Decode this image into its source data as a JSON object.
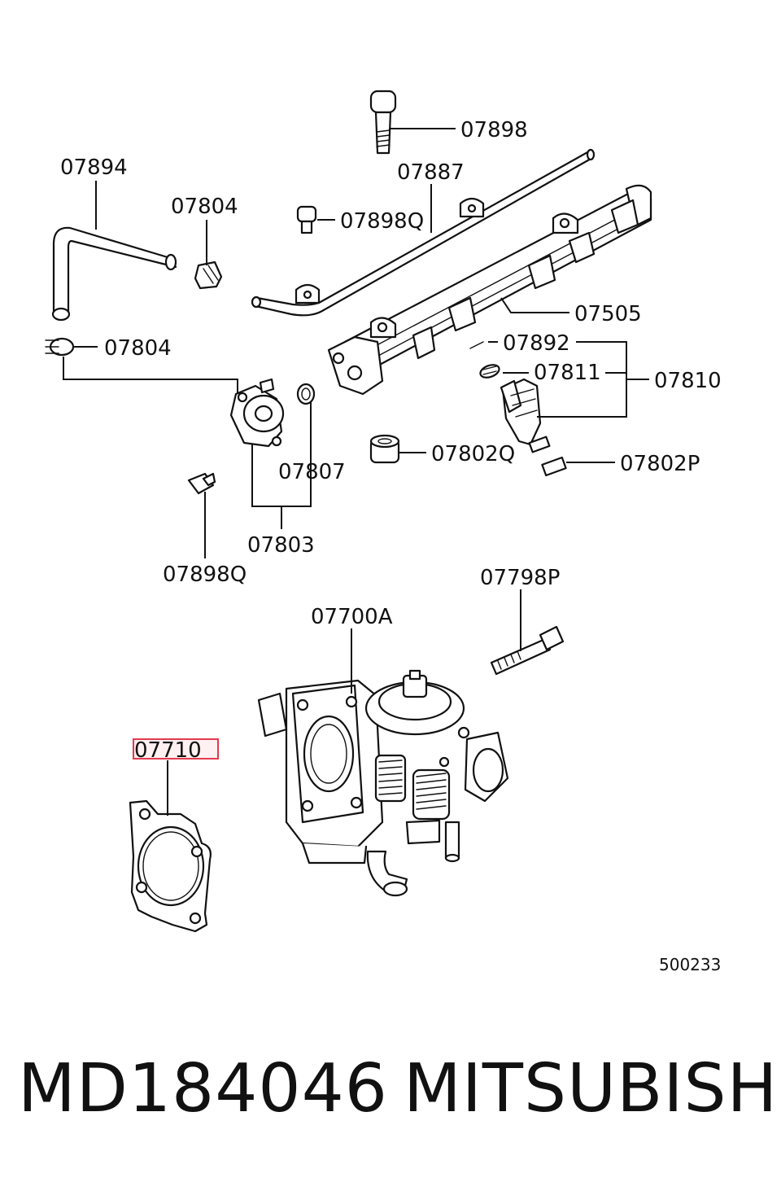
{
  "parts": {
    "p07898": "07898",
    "p07894": "07894",
    "p07887": "07887",
    "p07804_top": "07804",
    "p07898q_top": "07898Q",
    "p07505": "07505",
    "p07804_left": "07804",
    "p07892": "07892",
    "p07811": "07811",
    "p07810": "07810",
    "p07807": "07807",
    "p07802q": "07802Q",
    "p07802p": "07802P",
    "p07803": "07803",
    "p07898q_bottom": "07898Q",
    "p07798p": "07798P",
    "p07700a": "07700A",
    "p07710": "07710"
  },
  "highlighted_part": "07710",
  "highlight_color": "#e23a4f",
  "diagram_code": "500233",
  "footer": {
    "part_number": "MD184046",
    "brand": "MITSUBISHI"
  }
}
